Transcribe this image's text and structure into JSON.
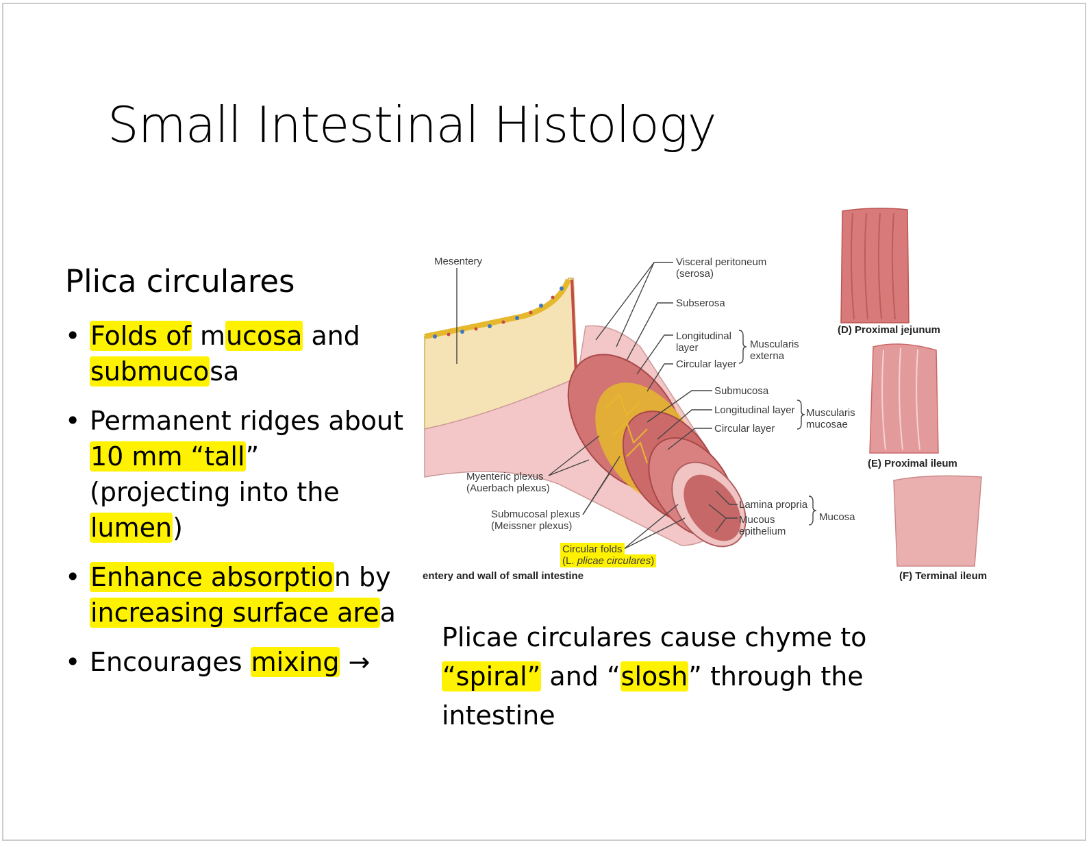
{
  "slide": {
    "title": "Small Intestinal Histology",
    "subheading": "Plica circulares",
    "bullets": [
      {
        "segments": [
          {
            "text": "Folds of",
            "highlight": true
          },
          {
            "text": " m",
            "highlight": false
          },
          {
            "text": "ucosa",
            "highlight": true
          },
          {
            "text": " and ",
            "highlight": false
          },
          {
            "text": "submuco",
            "highlight": true
          },
          {
            "text": "sa",
            "highlight": false
          }
        ],
        "full_text": "Folds of mucosa and submucosa"
      },
      {
        "segments": [
          {
            "text": "Permanent ridges about ",
            "highlight": false
          },
          {
            "text": "10 mm “tall",
            "highlight": true
          },
          {
            "text": "” (projecting into the ",
            "highlight": false
          },
          {
            "text": "lumen",
            "highlight": true
          },
          {
            "text": ")",
            "highlight": false
          }
        ],
        "full_text": "Permanent ridges about 10 mm “tall” (projecting into the lumen)"
      },
      {
        "segments": [
          {
            "text": "Enhance absorptio",
            "highlight": true
          },
          {
            "text": "n by ",
            "highlight": false
          },
          {
            "text": "increasing surface are",
            "highlight": true
          },
          {
            "text": "a",
            "highlight": false
          }
        ],
        "full_text": "Enhance absorption by increasing surface area"
      },
      {
        "segments": [
          {
            "text": "Encourages ",
            "highlight": false
          },
          {
            "text": "mixing",
            "highlight": true
          },
          {
            "text": "  →",
            "highlight": false
          }
        ],
        "full_text": "Encourages mixing →"
      }
    ],
    "bottom_caption": {
      "segments": [
        {
          "text": "Plicae circulares cause chyme to ",
          "highlight": false
        },
        {
          "text": "“spiral”",
          "highlight": true
        },
        {
          "text": " and “",
          "highlight": false
        },
        {
          "text": "slosh",
          "highlight": true
        },
        {
          "text": "” through the intestine",
          "highlight": false
        }
      ]
    },
    "highlight_color": "#fff200",
    "border_color": "#cccccc"
  },
  "figure": {
    "caption": "entery and wall of small intestine",
    "labels": {
      "mesentery": "Mesentery",
      "visceral_peritoneum": "Visceral peritoneum",
      "serosa": "(serosa)",
      "subserosa": "Subserosa",
      "longitudinal_layer_1": "Longitudinal",
      "longitudinal_layer_2": "layer",
      "circular_layer_ext": "Circular layer",
      "muscularis_externa_1": "Muscularis",
      "muscularis_externa_2": "externa",
      "submucosa": "Submucosa",
      "longitudinal_layer_mm": "Longitudinal layer",
      "circular_layer_mm": "Circular layer",
      "muscularis_mucosae_1": "Muscularis",
      "muscularis_mucosae_2": "mucosae",
      "myenteric_1": "Myenteric plexus",
      "myenteric_2": "(Auerbach plexus)",
      "submucosal_1": "Submucosal plexus",
      "submucosal_2": "(Meissner plexus)",
      "circular_folds_1": "Circular folds",
      "circular_folds_2a": "(L. ",
      "circular_folds_2b": "plicae circulares",
      "circular_folds_2c": ")",
      "lamina_propria": "Lamina propria",
      "mucous_1": "Mucous",
      "mucous_2": "epithelium",
      "mucosa": "Mucosa"
    },
    "panels": [
      {
        "id": "D",
        "label": "(D) Proximal jejunum"
      },
      {
        "id": "E",
        "label": "(E) Proximal ileum"
      },
      {
        "id": "F",
        "label": "(F) Terminal ileum"
      }
    ],
    "colors": {
      "tissue_pink": "#e8a3a3",
      "muscle_red": "#c85a5a",
      "mesentery_fat": "#f6e3b5",
      "nerve_yellow": "#e6b82e",
      "vein_blue": "#3b78c2",
      "label_gray": "#3a3a3a"
    }
  }
}
